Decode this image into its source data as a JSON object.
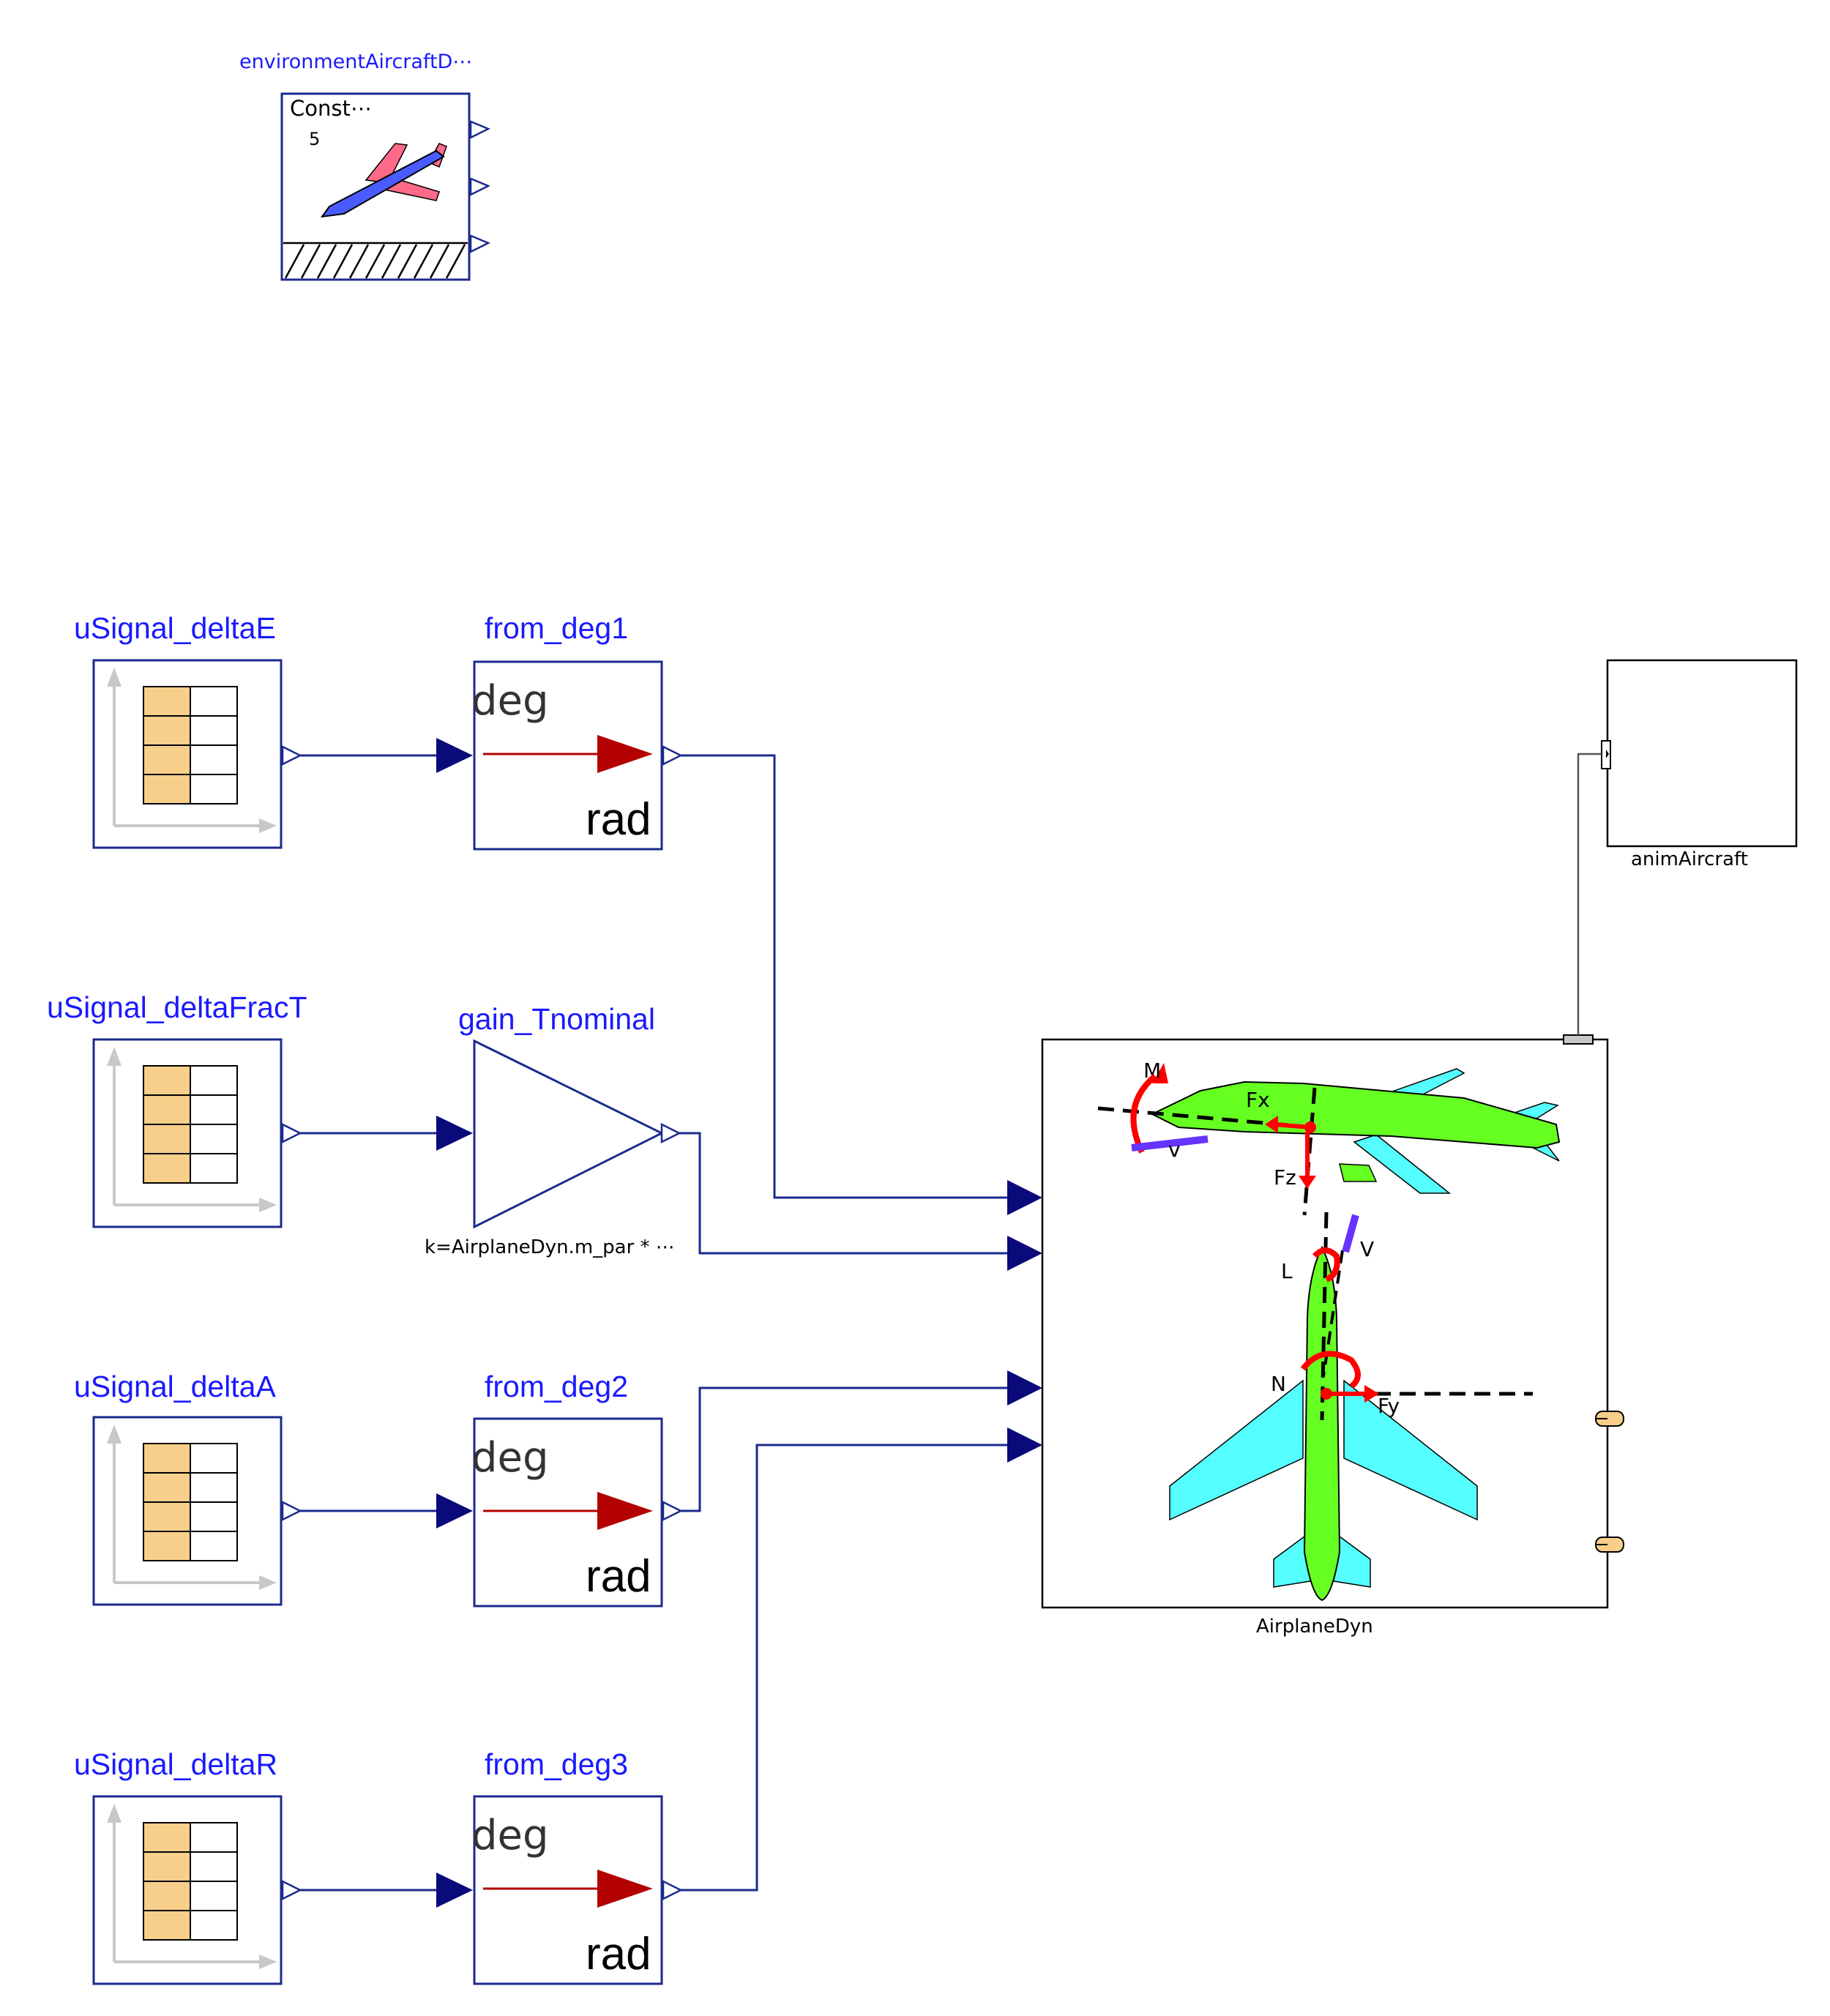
{
  "diagram": {
    "environment": {
      "title": "environmentAircraftD⋯",
      "const_label": "Const⋯",
      "const_sub": "5"
    },
    "signals": [
      {
        "label": "uSignal_deltaE"
      },
      {
        "label": "uSignal_deltaFracT"
      },
      {
        "label": "uSignal_deltaA"
      },
      {
        "label": "uSignal_deltaR"
      }
    ],
    "converters": [
      {
        "label": "from_deg1",
        "in_unit": "deg",
        "out_unit": "rad"
      },
      {
        "label": "from_deg2",
        "in_unit": "deg",
        "out_unit": "rad"
      },
      {
        "label": "from_deg3",
        "in_unit": "deg",
        "out_unit": "rad"
      }
    ],
    "gain": {
      "label": "gain_Tnominal",
      "param": "k=AirplaneDyn.m_par * ⋯"
    },
    "airplane": {
      "label": "AirplaneDyn",
      "forces": {
        "M": "M",
        "Fx": "Fx",
        "v": "v",
        "Fz": "Fz",
        "V": "V",
        "L": "L",
        "N": "N",
        "Fy": "Fy"
      }
    },
    "anim": {
      "label": "animAircraft"
    },
    "colors": {
      "blue_label": "#1a1aff",
      "frame": "#1c2a8e",
      "table_fill": "#f8cf8a",
      "arrow_red": "#b30000",
      "plane_green": "#66ff22",
      "plane_cyan": "#55ffff"
    }
  }
}
